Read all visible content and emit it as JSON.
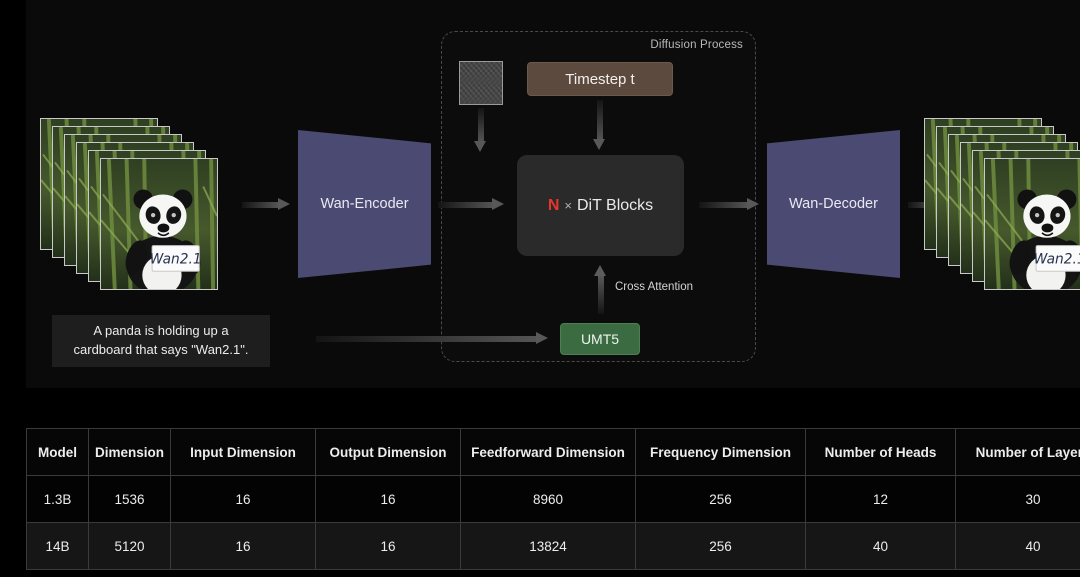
{
  "diagram": {
    "region_label": "Diffusion Process",
    "noise_patch": "gaussian-noise-latent",
    "timestep_label": "Timestep t",
    "dit": {
      "n": "N",
      "times": "×",
      "label": "DiT Blocks"
    },
    "text_encoder_label": "UMT5",
    "cross_attention_label": "Cross Attention",
    "encoder_label": "Wan-Encoder",
    "decoder_label": "Wan-Decoder",
    "prompt_line1": "A panda is holding up a",
    "prompt_line2": "cardboard that says \"Wan2.1\".",
    "input_video_alt": "panda-video-frames-input",
    "output_video_alt": "panda-video-frames-output",
    "sign_text": "Wan2.1",
    "colors": {
      "encoder_fill": "#4b4a72",
      "timestep_fill": "#5c4a3f",
      "umt5_fill": "#3b6b41",
      "dit_fill": "#2a2a2a",
      "n_accent": "#e8352b",
      "panel_bg": "#0a0a0a"
    }
  },
  "table": {
    "headers": [
      "Model",
      "Dimension",
      "Input Dimension",
      "Output Dimension",
      "Feedforward Dimension",
      "Frequency Dimension",
      "Number of Heads",
      "Number of Layers"
    ],
    "rows": [
      [
        "1.3B",
        "1536",
        "16",
        "16",
        "8960",
        "256",
        "12",
        "30"
      ],
      [
        "14B",
        "5120",
        "16",
        "16",
        "13824",
        "256",
        "40",
        "40"
      ]
    ]
  }
}
